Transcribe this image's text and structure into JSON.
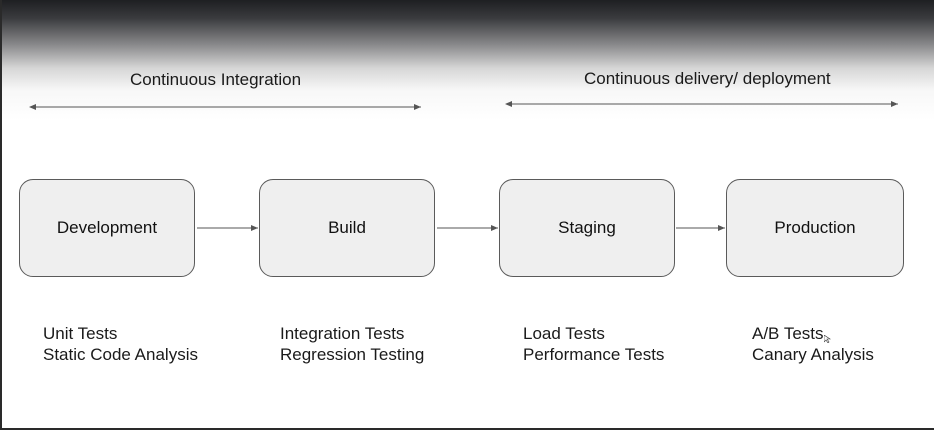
{
  "phases": {
    "ci_label": "Continuous Integration",
    "cd_label": "Continuous delivery/ deployment"
  },
  "stages": [
    {
      "label": "Development",
      "tests": [
        "Unit Tests",
        "Static Code Analysis"
      ]
    },
    {
      "label": "Build",
      "tests": [
        "Integration Tests",
        "Regression Testing"
      ]
    },
    {
      "label": "Staging",
      "tests": [
        "Load Tests",
        "Performance Tests"
      ]
    },
    {
      "label": "Production",
      "tests": [
        "A/B Tests",
        "Canary Analysis"
      ]
    }
  ],
  "colors": {
    "box_fill": "#efefef",
    "box_border": "#5a5a5a",
    "arrow": "#555555",
    "header_gradient_top": "#1e1f22"
  }
}
